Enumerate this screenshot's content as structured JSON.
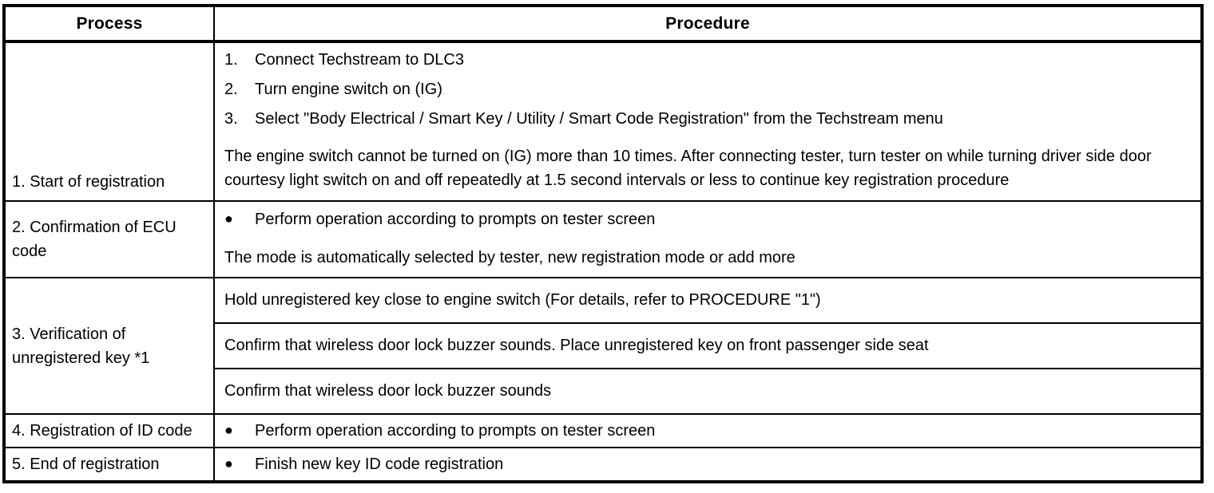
{
  "table": {
    "headers": {
      "process": "Process",
      "procedure": "Procedure"
    },
    "rows": [
      {
        "process": "1. Start of registration",
        "steps": [
          {
            "num": "1.",
            "text": "Connect Techstream to DLC3"
          },
          {
            "num": "2.",
            "text": "Turn engine switch on (IG)"
          },
          {
            "num": "3.",
            "text": "Select \"Body Electrical / Smart Key / Utility / Smart Code Registration\" from the Techstream menu"
          }
        ],
        "note": "The engine switch cannot be turned on (IG) more than 10 times. After connecting tester, turn tester on while turning driver side door courtesy light switch on and off repeatedly at 1.5 second intervals or less to continue key registration procedure"
      },
      {
        "process": "2. Confirmation of ECU code",
        "bullets": [
          {
            "dot": "●",
            "text": "Perform operation according to prompts on tester screen"
          }
        ],
        "note": "The mode is automatically selected by tester, new registration mode or add more"
      },
      {
        "process": "3. Verification of unregistered key *1",
        "subrows": [
          "Hold unregistered key close to engine switch (For details, refer to PROCEDURE \"1\")",
          "Confirm that wireless door lock buzzer sounds. Place unregistered key on front passenger side seat",
          "Confirm that wireless door lock buzzer sounds"
        ]
      },
      {
        "process": "4. Registration of ID code",
        "bullets": [
          {
            "dot": "●",
            "text": "Perform operation according to prompts on tester screen"
          }
        ]
      },
      {
        "process": "5. End of registration",
        "bullets": [
          {
            "dot": "●",
            "text": "Finish new key ID code registration"
          }
        ]
      }
    ]
  },
  "colors": {
    "border": "#000000",
    "text": "#000000",
    "background": "#ffffff"
  }
}
